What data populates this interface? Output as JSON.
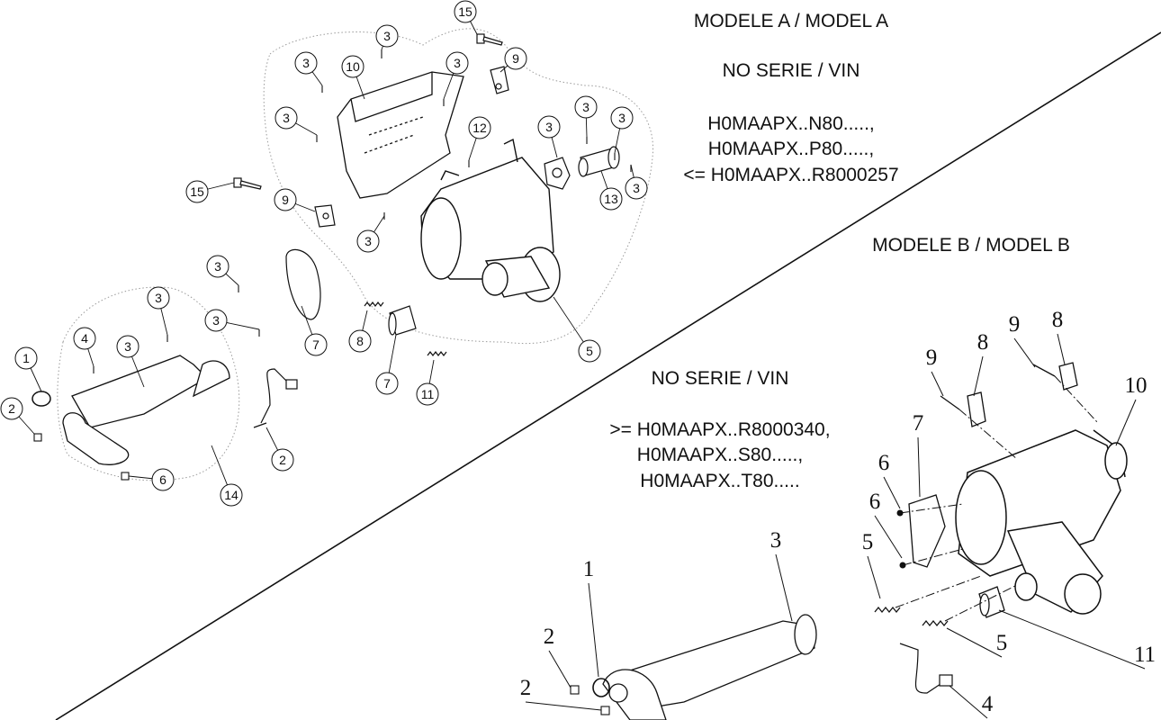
{
  "model_a": {
    "title": "MODELE A / MODEL A",
    "serial_label": "NO SERIE / VIN",
    "serials": [
      "H0MAAPX..N80.....,",
      "H0MAAPX..P80.....,",
      "<= H0MAAPX..R8000257"
    ],
    "callouts": [
      "15",
      "3",
      "3",
      "10",
      "9",
      "3",
      "3",
      "12",
      "3",
      "3",
      "3",
      "3",
      "13",
      "15",
      "9",
      "3",
      "3",
      "3",
      "3",
      "4",
      "3",
      "1",
      "2",
      "6",
      "7",
      "8",
      "7",
      "11",
      "5",
      "2",
      "14"
    ]
  },
  "model_b": {
    "title": "MODELE B / MODEL B",
    "serial_label": "NO SERIE / VIN",
    "serials": [
      ">= H0MAAPX..R8000340,",
      "H0MAAPX..S80.....,",
      "H0MAAPX..T80....."
    ],
    "callouts": [
      "9",
      "8",
      "9",
      "8",
      "10",
      "7",
      "6",
      "6",
      "5",
      "5",
      "11",
      "4",
      "3",
      "1",
      "2",
      "2"
    ]
  },
  "colors": {
    "line": "#111111",
    "region_outline": "#9a9a9a",
    "part_fill": "#ffffff"
  }
}
